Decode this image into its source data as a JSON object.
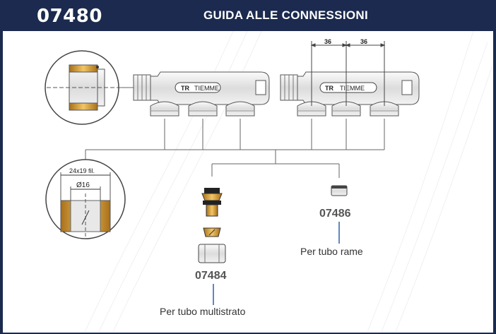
{
  "header": {
    "code": "07480",
    "title": "GUIDA ALLE CONNESSIONI"
  },
  "manifold": {
    "brand": "TIEMME",
    "logo": "TR",
    "spacing_1": "36",
    "spacing_2": "36"
  },
  "detail_circle": {
    "thread": "24x19  fil.",
    "diameter": "Ø16"
  },
  "components": [
    {
      "code": "07484",
      "caption": "Per tubo multistrato"
    },
    {
      "code": "07486",
      "caption": "Per tubo rame"
    }
  ],
  "colors": {
    "navy": "#1b2a4e",
    "brass": "#d8a23a",
    "metal": "#e6e6e6",
    "line": "#555555",
    "caption_line": "#2d5fa8"
  }
}
